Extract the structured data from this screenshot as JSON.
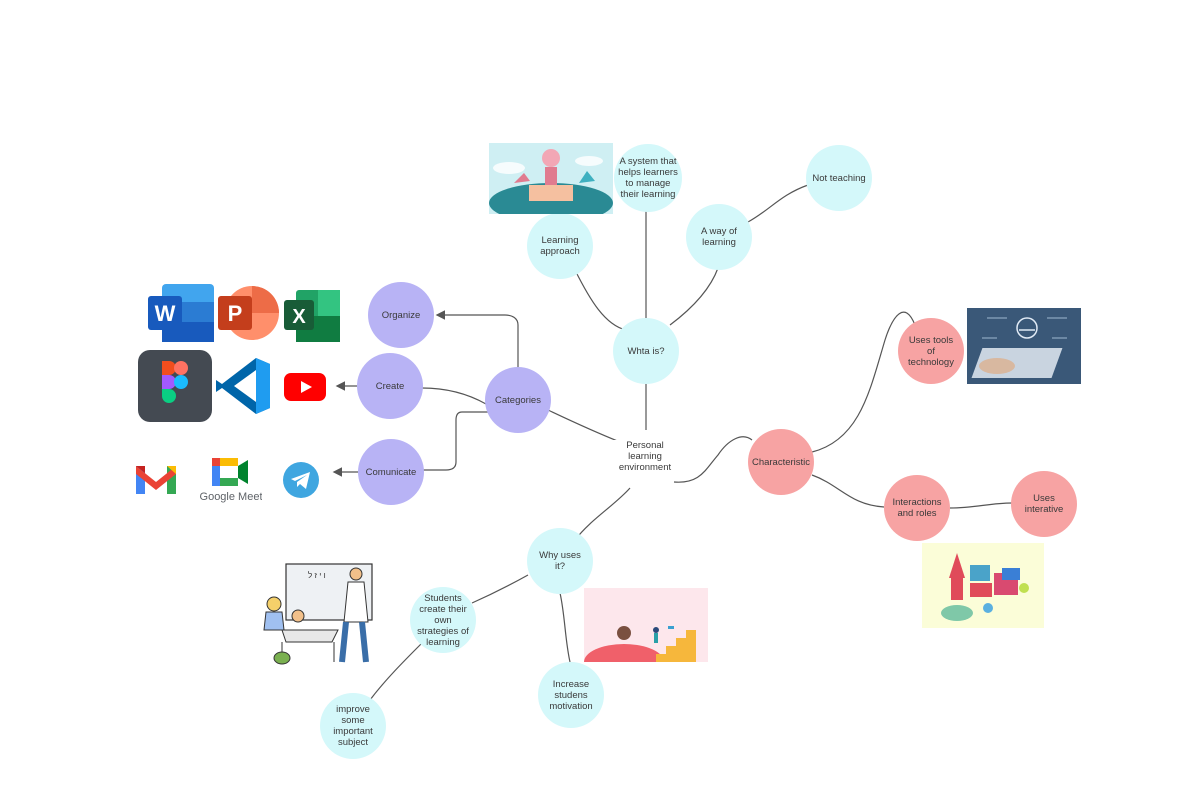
{
  "center": {
    "label": "Personal learning environment"
  },
  "nodes": {
    "what_is": "Whta is?",
    "learning_approach": "Learning approach",
    "system": "A system that helps learners to manage their learning",
    "way_of_learning": "A way of learning",
    "not_teaching": "Not  teaching",
    "categories": "Categories",
    "organize": "Organize",
    "create": "Create",
    "comunicate": "Comunicate",
    "characteristic": "Characteristic",
    "uses_tools": "Uses tools of technology",
    "interactions": "Interactions and roles",
    "uses_interative": "Uses interative",
    "why_uses": "Why uses it?",
    "students_create": "Students create their own strategies of learning",
    "improve": "improve some important subject",
    "increase": "Increase studens motivation"
  },
  "icons": {
    "word_letter": "W",
    "powerpoint_letter": "P",
    "excel_letter": "X",
    "google_meet_label": "Google Meet"
  },
  "colors": {
    "cyan": "#d4f8fa",
    "purple": "#b8b3f5",
    "red": "#f7a3a3",
    "line": "#555555"
  }
}
